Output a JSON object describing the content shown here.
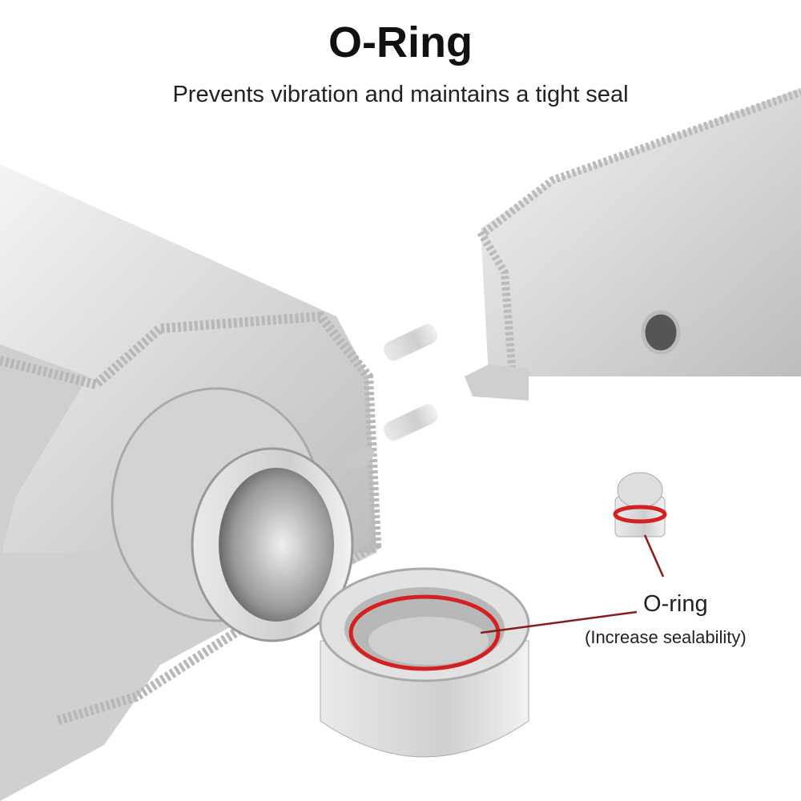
{
  "header": {
    "title": "O-Ring",
    "subtitle": "Prevents vibration and maintains a tight seal"
  },
  "callout": {
    "label": "O-ring",
    "note": "(Increase sealability)",
    "line_color": "#8b1a1a",
    "ring_color": "#d42020"
  }
}
